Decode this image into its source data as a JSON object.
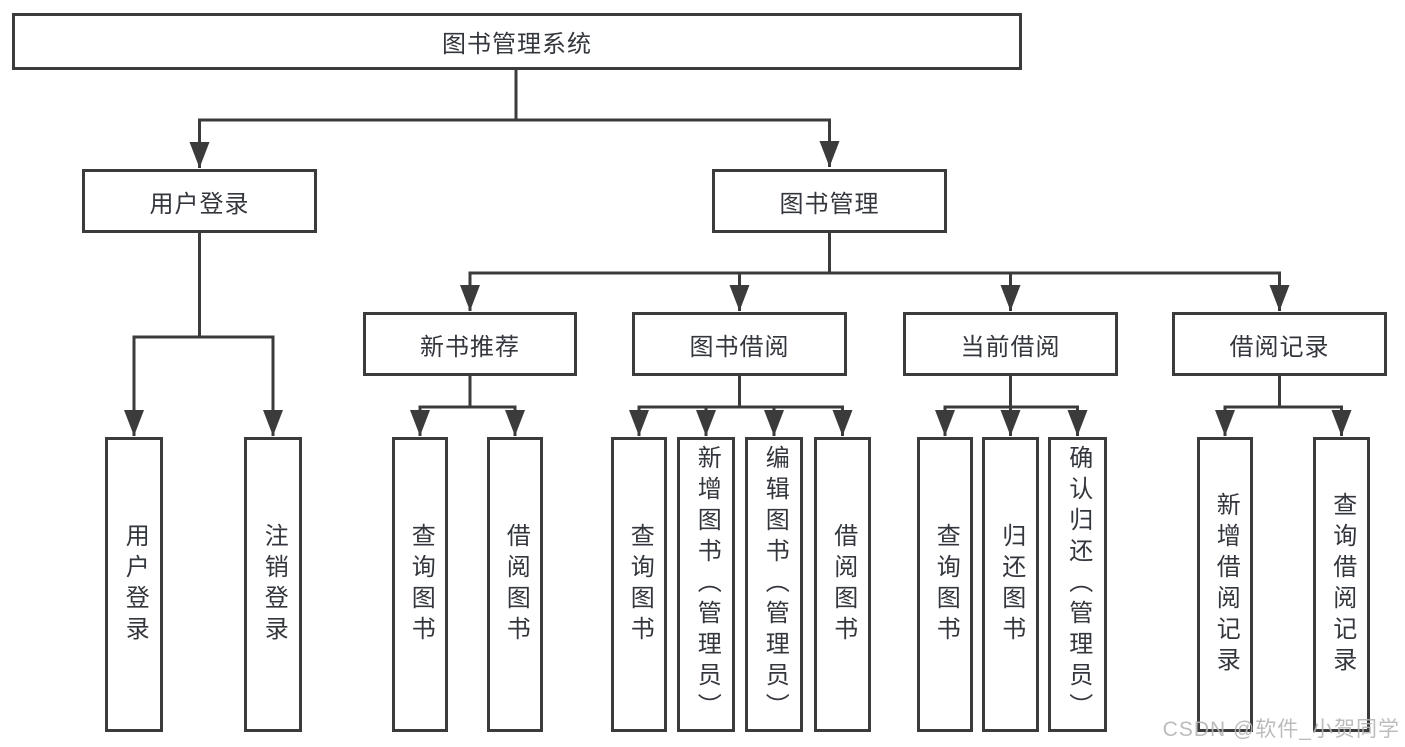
{
  "diagram": {
    "watermark": "CSDN @软件_小贺同学",
    "colors": {
      "line": "#3b3b3b",
      "text": "#33373d",
      "background": "#ffffff",
      "watermark": "#b5b5b5"
    },
    "tree": {
      "root": "图书管理系统",
      "children": [
        {
          "label": "用户登录",
          "children": [
            "用户登录",
            "注销登录"
          ]
        },
        {
          "label": "图书管理",
          "children": [
            {
              "label": "新书推荐",
              "children": [
                "查询图书",
                "借阅图书"
              ]
            },
            {
              "label": "图书借阅",
              "children": [
                "查询图书",
                "新增图书（管理员）",
                "编辑图书（管理员）",
                "借阅图书"
              ]
            },
            {
              "label": "当前借阅",
              "children": [
                "查询图书",
                "归还图书",
                "确认归还（管理员）"
              ]
            },
            {
              "label": "借阅记录",
              "children": [
                "新增借阅记录",
                "查询借阅记录"
              ]
            }
          ]
        }
      ]
    }
  }
}
